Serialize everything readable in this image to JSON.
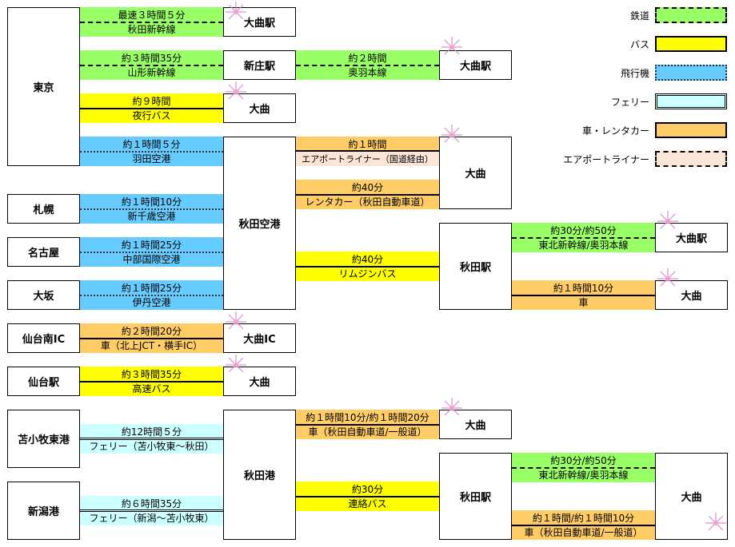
{
  "nodes": {
    "tokyo": "東京",
    "omagari_sta_1": "大曲駅",
    "shinjo": "新庄駅",
    "omagari_sta_2": "大曲駅",
    "omagari_1": "大曲",
    "akita_airport": "秋田空港",
    "omagari_2": "大曲",
    "sapporo": "札幌",
    "nagoya": "名古屋",
    "osaka": "大坂",
    "akita_sta_1": "秋田駅",
    "omagari_sta_3": "大曲駅",
    "omagari_3": "大曲",
    "sendai_minami": "仙台南IC",
    "omagari_ic": "大曲IC",
    "sendai_sta": "仙台駅",
    "omagari_4": "大曲",
    "tomakomai": "苫小牧東港",
    "niigata": "新潟港",
    "akita_port": "秋田港",
    "omagari_5": "大曲",
    "akita_sta_2": "秋田駅",
    "omagari_6": "大曲"
  },
  "routes": {
    "r1": {
      "top": "最速３時間５分",
      "bottom": "秋田新幹線"
    },
    "r2": {
      "top": "約３時間35分",
      "bottom": "山形新幹線"
    },
    "r3": {
      "top": "約２時間",
      "bottom": "奥羽本線"
    },
    "r4": {
      "top": "約９時間",
      "bottom": "夜行バス"
    },
    "r5": {
      "top": "約１時間５分",
      "bottom": "羽田空港"
    },
    "r6": {
      "top": "約１時間",
      "bottom": "エアポートライナー（国道経由）"
    },
    "r7": {
      "top": "約40分",
      "bottom": "レンタカー（秋田自動車道）"
    },
    "r8": {
      "top": "約１時間10分",
      "bottom": "新千歳空港"
    },
    "r9": {
      "top": "約１時間25分",
      "bottom": "中部国際空港"
    },
    "r10": {
      "top": "約40分",
      "bottom": "リムジンバス"
    },
    "r11": {
      "top": "約30分/約50分",
      "bottom": "東北新幹線/奥羽本線"
    },
    "r12": {
      "top": "約１時間25分",
      "bottom": "伊丹空港"
    },
    "r13": {
      "top": "約１時間10分",
      "bottom": "車"
    },
    "r14": {
      "top": "約２時間20分",
      "bottom": "車（北上JCT・横手IC）"
    },
    "r15": {
      "top": "約３時間35分",
      "bottom": "高速バス"
    },
    "r16": {
      "top": "約１時間10分/約１時間20分",
      "bottom": "車（秋田自動車道/一般道）"
    },
    "r17": {
      "top": "約12時間５分",
      "bottom": "フェリー（苫小牧東～秋田）"
    },
    "r18": {
      "top": "約30分",
      "bottom": "連絡バス"
    },
    "r19": {
      "top": "約30分/約50分",
      "bottom": "東北新幹線/奥羽本線"
    },
    "r20": {
      "top": "約６時間35分",
      "bottom": "フェリー（新潟～苫小牧東）"
    },
    "r21": {
      "top": "約１時間/約１時間10分",
      "bottom": "車（秋田自動車道/一般道）"
    }
  },
  "legend": {
    "rail": "鉄道",
    "bus": "バス",
    "air": "飛行機",
    "ferry": "フェリー",
    "car": "車・レンタカー",
    "aport": "エアポートライナー"
  },
  "colors": {
    "rail": "#99ff66",
    "bus": "#ffff00",
    "air": "#66ccff",
    "ferry": "#ccffff",
    "car": "#ffcc66",
    "aport": "#fce4d6"
  },
  "decoration_icon": "fireworks-icon"
}
